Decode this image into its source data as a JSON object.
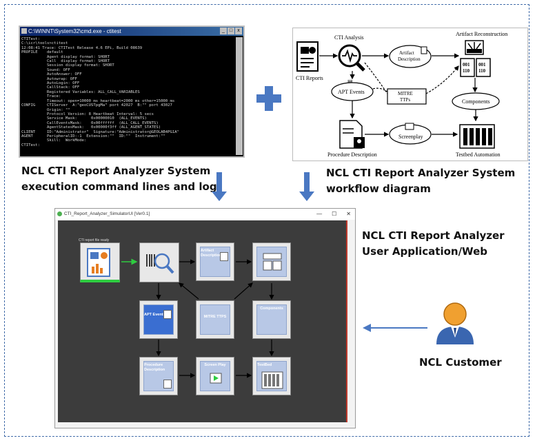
{
  "captions": {
    "cmd_line1": "NCL CTI Report Analyzer System",
    "cmd_line2": "execution command lines and log",
    "wf_line1": "NCL CTI Report Analyzer System",
    "wf_line2": "workflow diagram",
    "app_line1": "NCL CTI Report Analyzer",
    "app_line2": "User Application/Web",
    "customer": "NCL Customer"
  },
  "cmd_window": {
    "title": "C:\\WINNT\\System32\\cmd.exe - ctitest",
    "lines": [
      "CTITest:",
      "C:\\icr\\tools>ctitest",
      "12:08:41 Trace: CTITest Release 4.6 EPi, Build 08639",
      "",
      "PROFILE    default",
      "           Agent display format: SHORT",
      "           Call  display format: SHORT",
      "           Session display format: SHORT",
      "           Sound: OFF",
      "           AutoAnswer: OFF",
      "           Autowrap: OFF",
      "           AutoLogin: OFF",
      "           CallStack: OFF",
      "           Registered Variables: ALL_CALL_VARIABLES",
      "           Trace:",
      "           Timeout: open=10000 ms heartbeat=2000 ms other=15000 ms",
      "",
      "CONFIG     CTIServer  A:\"geoCUSTpgMa\" port 42027  B:\"\" port 43027",
      "           Origin: \"\"",
      "           Protocol Version: 8 Heartbeat Interval: 5 secs",
      "           Service Mask:      0x00000010  (ALL_EVENTS)",
      "           CallEventsMask:    0x00ffffff  (ALL_CALL_EVENTS)",
      "           AgentStatesMask:   0x00000f3ff (ALL_AGENT_STATES)",
      "",
      "CLIENT     ID:\"Administrator\"  Signature:\"Administrator@GEOLAB4PG1A\"",
      "",
      "AGENT      PeripheralID:-1  Extension:\"\"  ID:\"\"  Instrument:\"\"",
      "           Skill:  WorkMode:",
      "",
      "CTITest:"
    ]
  },
  "workflow": {
    "cti_analysis": "CTI Analysis",
    "artifact_reconstruction": "Artifact Reconstruction",
    "artifact_description_1": "Artifact",
    "artifact_description_2": "Description",
    "cti_reports": "CTI Reports",
    "apt_events": "APT Events",
    "mitre_1": "MITRE",
    "mitre_2": "TTPs",
    "components": "Components",
    "procedure_description": "Procedure Description",
    "screenplay": "Screenplay",
    "testbed_automation": "Testbed Automation",
    "bin1": "001",
    "bin2": "110"
  },
  "app_window": {
    "title": "CTI_Report_Analyzer_SimulatorUI [Ver0.1]",
    "ctl_min": "—",
    "ctl_max": "☐",
    "ctl_close": "✕",
    "cti_ready": "CTI report file ready",
    "nodes": {
      "artifact_description": "Artifact Description",
      "apt_events": "APT Events",
      "mitre_ttps": "MITRE TTPS",
      "components": "Components",
      "procedure_description": "Procedure Description",
      "screen_play": "Screen Play",
      "testbed": "TestBed"
    }
  },
  "colors": {
    "frame_border": "#3f6aa8",
    "arrow_blue": "#4a78c2",
    "canvas_bg": "#3c3c3c",
    "node_inner": "#b8c8e6",
    "ready_green": "#2ecc40"
  }
}
